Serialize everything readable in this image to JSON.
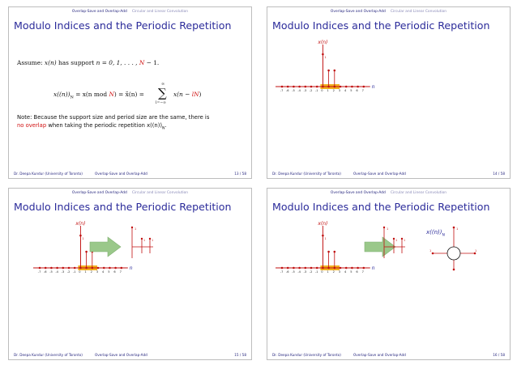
{
  "nav": {
    "left": "Overlap-Save and Overlap-Add",
    "right": "Circular and Linear Convolution"
  },
  "title": "Modulo Indices and the Periodic Repetition",
  "footer": {
    "author": "Dr. Deepa Kundur (University of Toronto)",
    "center": "Overlap-Save and Overlap-Add"
  },
  "slides": [
    {
      "page": "13 / 58"
    },
    {
      "page": "14 / 58"
    },
    {
      "page": "15 / 58"
    },
    {
      "page": "16 / 58"
    }
  ],
  "slide13": {
    "assume_prefix": "Assume: ",
    "assume_xn": "x(n)",
    "assume_mid": " has support ",
    "assume_range": "n = 0, 1, . . . , ",
    "assume_N": "N",
    "assume_end": " − 1.",
    "eq_lhs": "x((n))",
    "eq_sub": "N",
    "eq_mid1": " = x(n mod ",
    "eq_N": "N",
    "eq_mid2": ") = x̃(n) = ",
    "sum_top": "∞",
    "sum_sym": "∑",
    "sum_bottom": "l=−∞",
    "eq_rhs1": "x(n − ",
    "eq_rhs_lN": "lN",
    "eq_rhs2": ")",
    "note_line1": "Note: Because the support size and period size are the same, there is",
    "note_red": "no overlap",
    "note_line2": " when taking the periodic repetition x((n))",
    "note_sub": "N",
    "note_end": "."
  },
  "stem": {
    "xn_label": "x(n)",
    "n_label": "n",
    "ticks": [
      "-7",
      "-6",
      "-5",
      "-4",
      "-3",
      "-2",
      "-1",
      "0",
      "1",
      "2",
      "3",
      "4",
      "5",
      "6",
      "7"
    ],
    "amp_label": "1",
    "xnN_label": "x((n))",
    "xnN_sub": "N"
  },
  "colors": {
    "accent": "#2b2b9a",
    "red": "#d01010",
    "highlight": "#f2b01e",
    "arrow": "#9ac88a"
  }
}
